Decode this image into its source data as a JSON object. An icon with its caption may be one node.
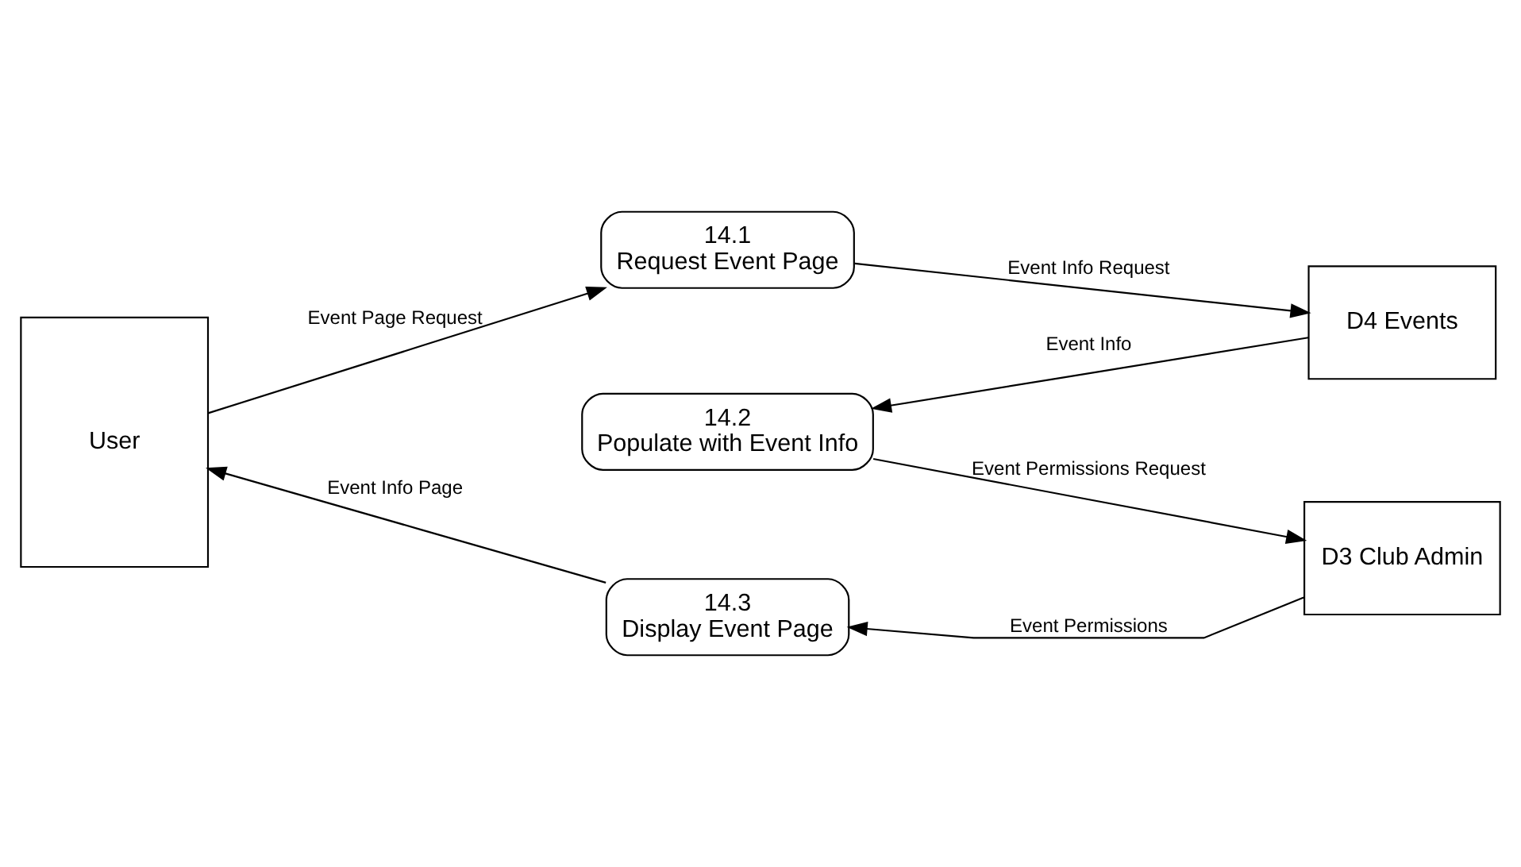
{
  "diagram": {
    "nodes": [
      {
        "text": [
          "User"
        ]
      },
      {
        "text": [
          "14.1",
          "Request Event Page"
        ]
      },
      {
        "text": [
          "D4 Events"
        ]
      },
      {
        "text": [
          "14.2",
          "Populate with Event Info"
        ]
      },
      {
        "text": [
          "D3 Club Admin"
        ]
      },
      {
        "text": [
          "14.3",
          "Display Event Page"
        ]
      }
    ],
    "edges": [
      {
        "from": 0,
        "to": 1,
        "arrow": "to",
        "label": "Event Page Request"
      },
      {
        "from": 1,
        "to": 2,
        "arrow": "to",
        "label": "Event Info Request"
      },
      {
        "from": 2,
        "to": 3,
        "arrow": "to",
        "label": "Event Info"
      },
      {
        "from": 3,
        "to": 4,
        "arrow": "to",
        "label": "Event Permissions Request"
      },
      {
        "from": 4,
        "to": 5,
        "arrow": "to",
        "label": "Event Permissions"
      },
      {
        "from": 5,
        "to": 0,
        "arrow": "to",
        "label": "Event Info Page"
      }
    ]
  }
}
